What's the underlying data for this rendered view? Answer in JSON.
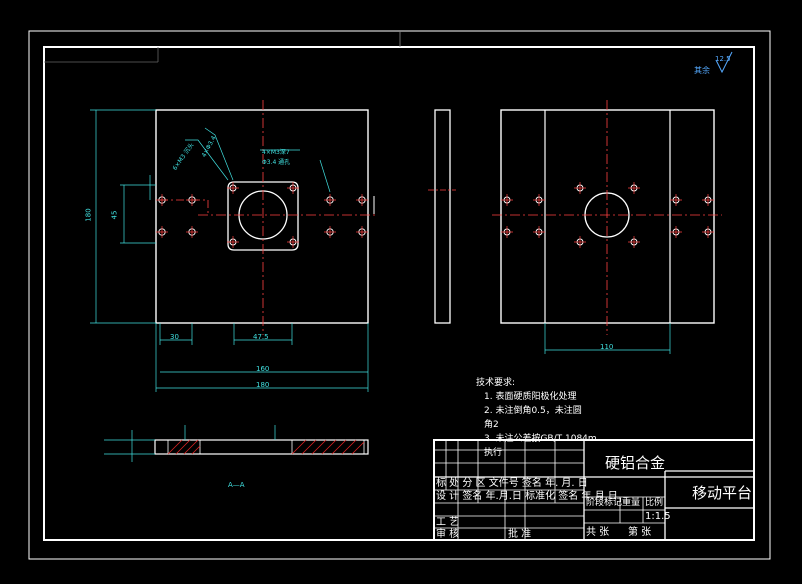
{
  "drawing": {
    "material": "硬铝合金",
    "part_name": "移动平台",
    "scale": "1:1.5",
    "roughness_note": "其余",
    "roughness_value": "12.5",
    "section_label": "A—A"
  },
  "tech_requirements": {
    "heading": "技术要求:",
    "items": [
      "1.    表面硬质阳极化处理",
      "2.    未注倒角0.5，未注圆",
      "       角2",
      "3.    未注公差按GB/T 1084m",
      "       执行"
    ]
  },
  "title_block": {
    "row1": "标 处 分   区 文件号 签名 年. 月. 日",
    "row2": "设 计 签名 年.月.日 标准化 签名 年.月.日",
    "labels": {
      "process": "工 艺",
      "review": "审 核",
      "approve": "批 准",
      "stage_mark": "阶段标记",
      "weight": "重量",
      "scale_label": "比例",
      "total": "共   张",
      "sheet": "第   张"
    }
  },
  "dimensions": {
    "left_height": "180",
    "left_small": "45",
    "bottom_inner1": "30",
    "bottom_inner2": "47.5",
    "bottom_total1": "160",
    "bottom_total2": "180",
    "right_width": "110",
    "hole_note1": "6×M3 沉头",
    "hole_note2": "4×Φ3.4",
    "hole_note3": "4×M3深7",
    "hole_note4": "Φ3.4 通孔"
  }
}
